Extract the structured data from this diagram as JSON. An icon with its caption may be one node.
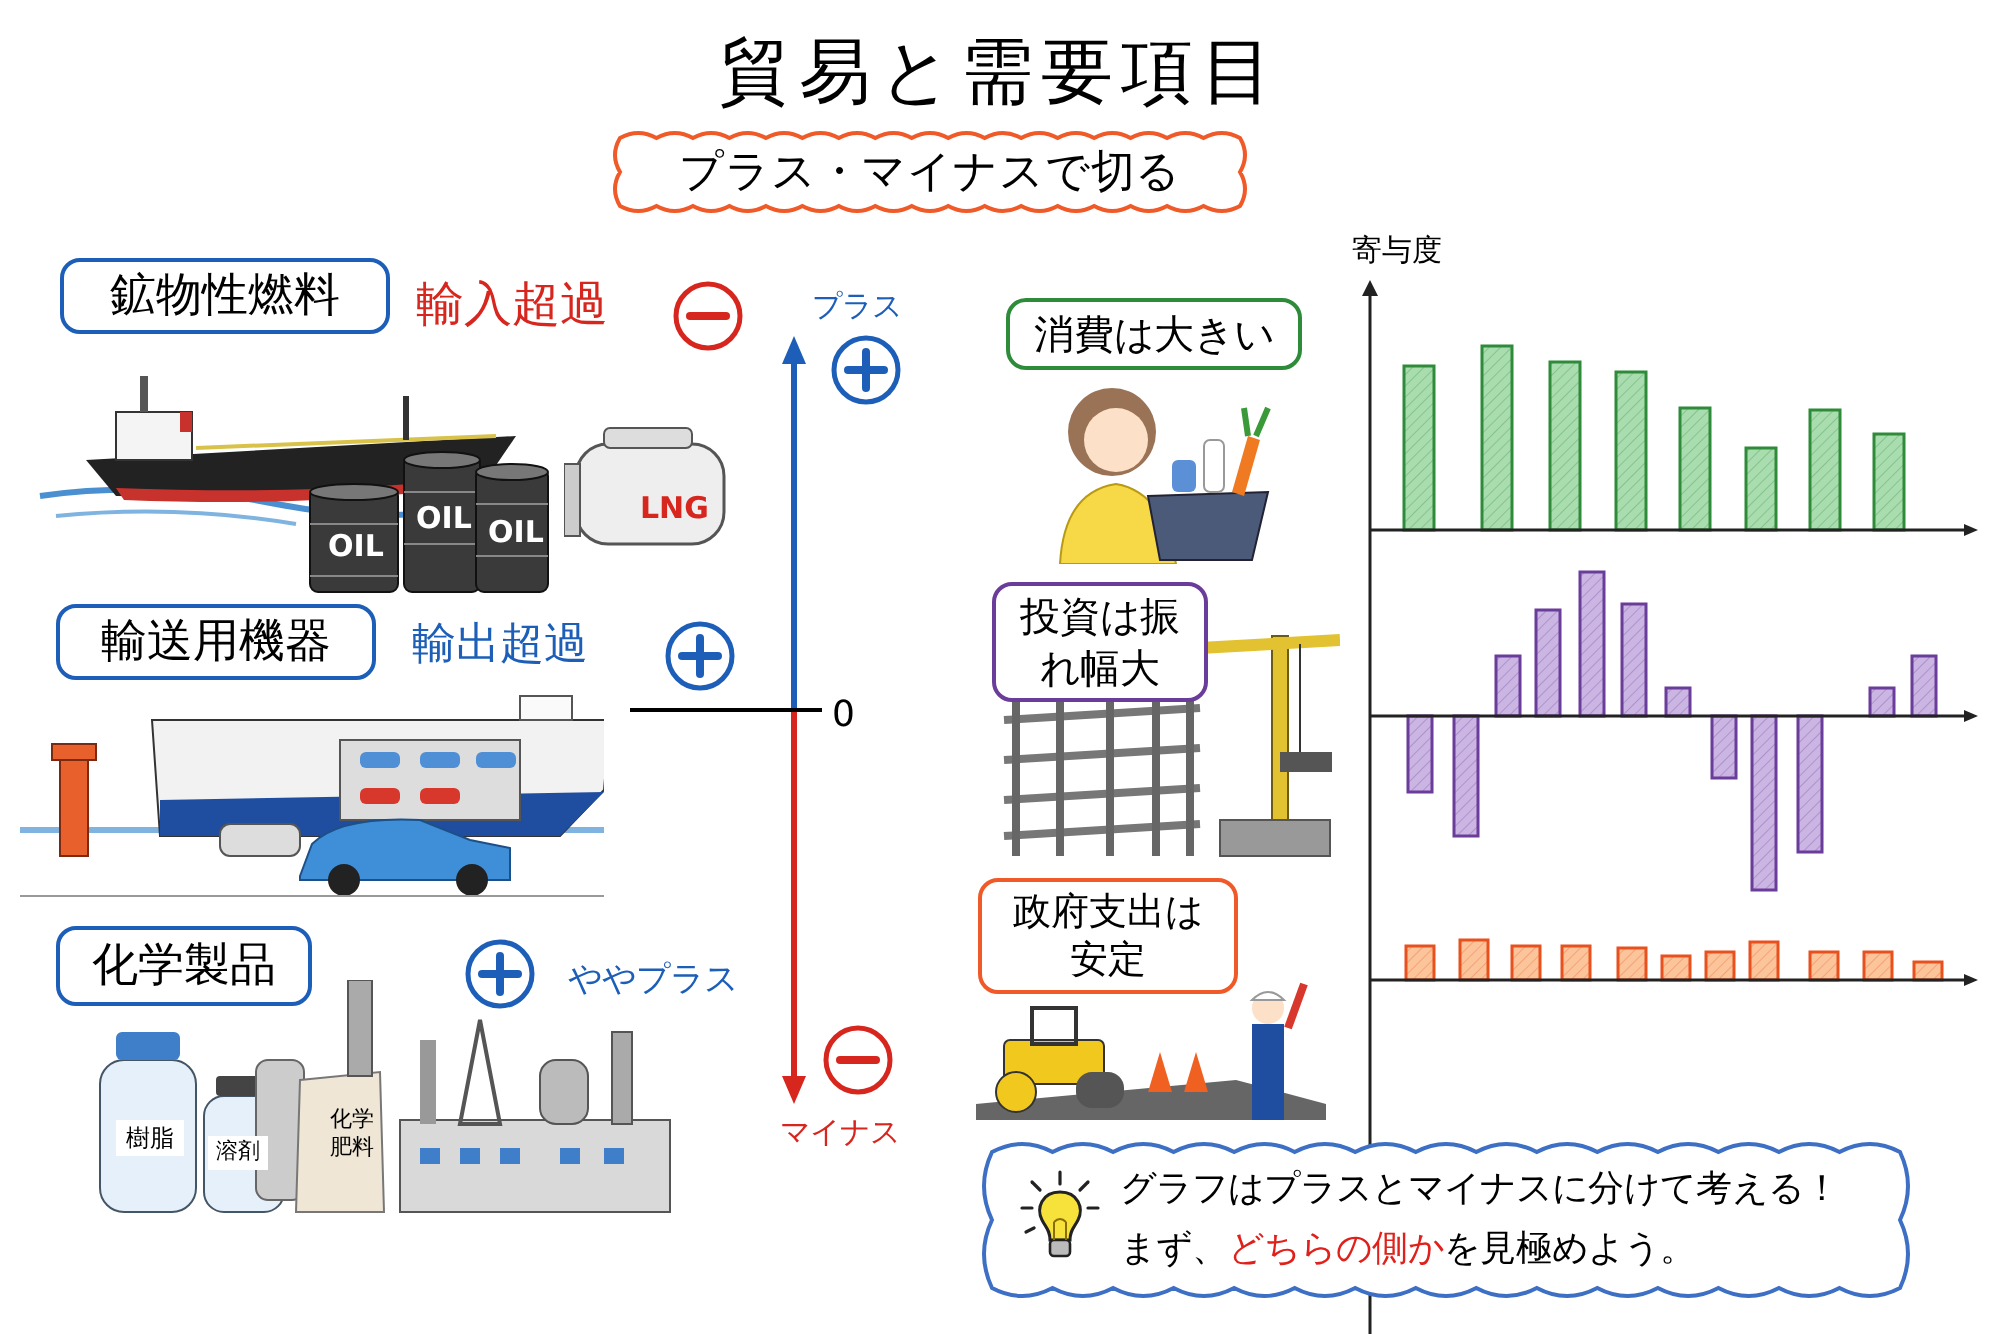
{
  "diagram": {
    "title": "貿易と需要項目",
    "nodes": [
      {
        "text": [
          "プラス・マイナスで切る"
        ]
      },
      {
        "text": [
          "鉱物性燃料"
        ]
      },
      {
        "text": [
          "輸送用機器"
        ]
      },
      {
        "text": [
          "化学製品"
        ]
      },
      {
        "text": [
          "消費は大きい"
        ]
      },
      {
        "text": [
          "投資は振れ幅大"
        ]
      },
      {
        "text": [
          "政府支出は安定"
        ]
      },
      {
        "text": [
          "グラフはプラスとマイナスに分けて考える！まず、**どちらの側か**を見極めよう。"
        ]
      }
    ],
    "labels": [
      "輸入超過",
      "プラス",
      "OIL",
      "OIL",
      "OIL",
      "LNG",
      "輸出超過",
      "0",
      "ややプラス",
      "マイナス",
      "樹脂",
      "溶剤",
      "化学肥料",
      "寄与度"
    ]
  }
}
